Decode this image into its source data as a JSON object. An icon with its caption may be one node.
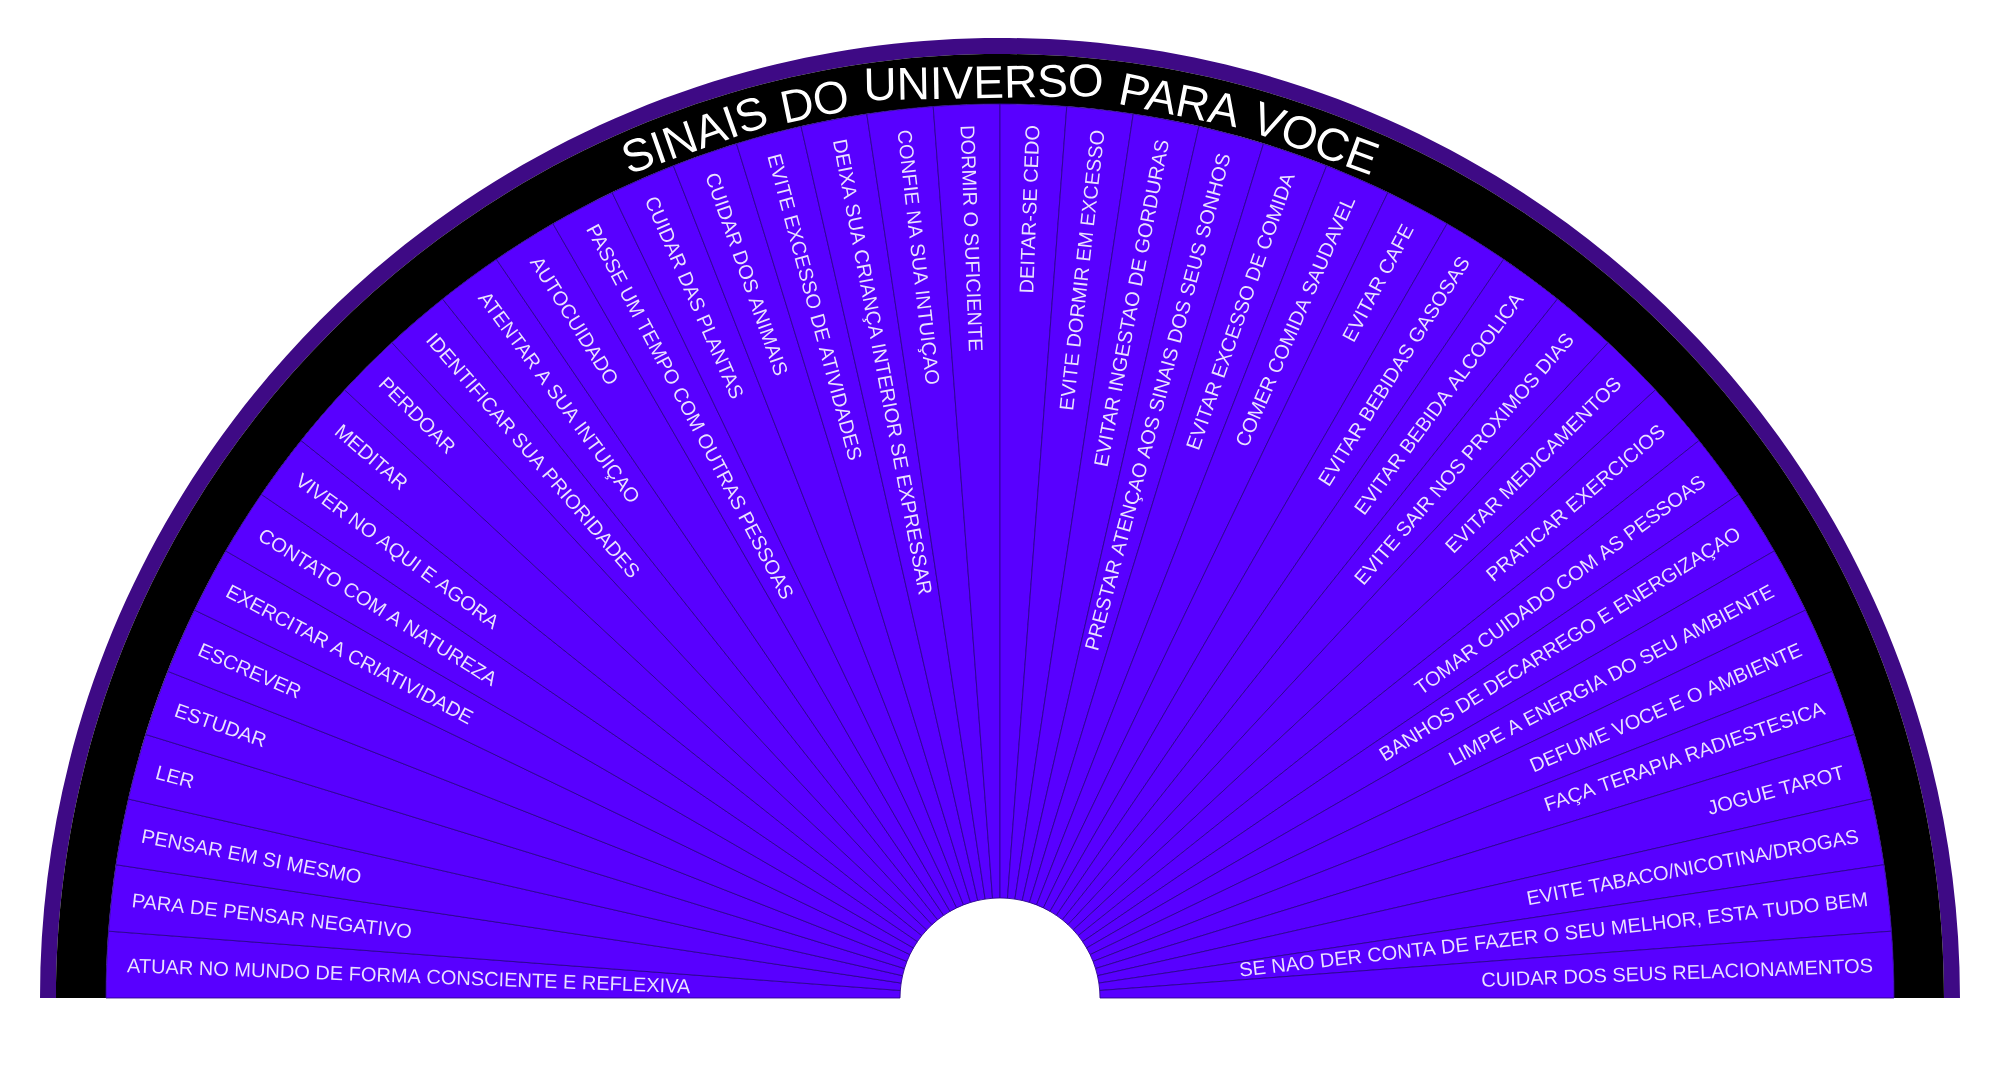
{
  "diagram": {
    "title": "SINAIS DO UNIVERSO PARA VOCE",
    "nodes": [
      {
        "text": [
          "ATUAR NO MUNDO DE FORMA CONSCIENTE E REFLEXIVA"
        ]
      },
      {
        "text": [
          "PARA DE PENSAR NEGATIVO"
        ]
      },
      {
        "text": [
          "PENSAR EM SI MESMO"
        ]
      },
      {
        "text": [
          "LER"
        ]
      },
      {
        "text": [
          "ESTUDAR"
        ]
      },
      {
        "text": [
          "ESCREVER"
        ]
      },
      {
        "text": [
          "EXERCITAR A CRIATIVIDADE"
        ]
      },
      {
        "text": [
          "CONTATO COM A NATUREZA"
        ]
      },
      {
        "text": [
          "VIVER NO AQUI E AGORA"
        ]
      },
      {
        "text": [
          "MEDITAR"
        ]
      },
      {
        "text": [
          "PERDOAR"
        ]
      },
      {
        "text": [
          "IDENTIFICAR SUA PRIORIDADES"
        ]
      },
      {
        "text": [
          "ATENTAR A SUA INTUIÇAO"
        ]
      },
      {
        "text": [
          "AUTOCUIDADO"
        ]
      },
      {
        "text": [
          "PASSE UM TEMPO COM OUTRAS PESSOAS"
        ]
      },
      {
        "text": [
          "CUIDAR DAS PLANTAS"
        ]
      },
      {
        "text": [
          "CUIDAR DOS ANIMAIS"
        ]
      },
      {
        "text": [
          "EVITE EXCESSO DE ATIVIDADES"
        ]
      },
      {
        "text": [
          "DEIXA SUA CRIANÇA INTERIOR SE EXPRESSAR"
        ]
      },
      {
        "text": [
          "CONFIE NA SUA INTUIÇAO"
        ]
      },
      {
        "text": [
          "DORMIR O SUFICIENTE"
        ]
      },
      {
        "text": [
          "DEITAR-SE CEDO"
        ]
      },
      {
        "text": [
          "EVITE DORMIR EM EXCESSO"
        ]
      },
      {
        "text": [
          "EVITAR INGESTAO DE GORDURAS"
        ]
      },
      {
        "text": [
          "PRESTAR ATENÇAO AOS SINAIS DOS SEUS SONHOS"
        ]
      },
      {
        "text": [
          "EVITAR EXCESSO DE COMIDA"
        ]
      },
      {
        "text": [
          "COMER COMIDA SAUDAVEL"
        ]
      },
      {
        "text": [
          "EVITAR CAFE"
        ]
      },
      {
        "text": [
          "EVITAR BEBIDAS GASOSAS"
        ]
      },
      {
        "text": [
          "EVITAR BEBIDA ALCOOLICA"
        ]
      },
      {
        "text": [
          "EVITE SAIR NOS PROXIMOS DIAS"
        ]
      },
      {
        "text": [
          "EVITAR MEDICAMENTOS"
        ]
      },
      {
        "text": [
          "PRATICAR EXERCICIOS"
        ]
      },
      {
        "text": [
          "TOMAR CUIDADO COM AS PESSOAS"
        ]
      },
      {
        "text": [
          "BANHOS DE DECARREGO E ENERGIZAÇAO"
        ]
      },
      {
        "text": [
          "LIMPE A ENERGIA DO SEU AMBIENTE"
        ]
      },
      {
        "text": [
          "DEFUME VOCE E O AMBIENTE"
        ]
      },
      {
        "text": [
          "FAÇA TERAPIA RADIESTESICA"
        ]
      },
      {
        "text": [
          "JOGUE TAROT"
        ]
      },
      {
        "text": [
          "EVITE TABACO/NICOTINA/DROGAS"
        ]
      },
      {
        "text": [
          "SE NAO DER CONTA DE FAZER O SEU MELHOR, ESTA TUDO BEM"
        ]
      },
      {
        "text": [
          "CUIDAR DOS SEUS RELACIONAMENTOS"
        ]
      }
    ]
  }
}
